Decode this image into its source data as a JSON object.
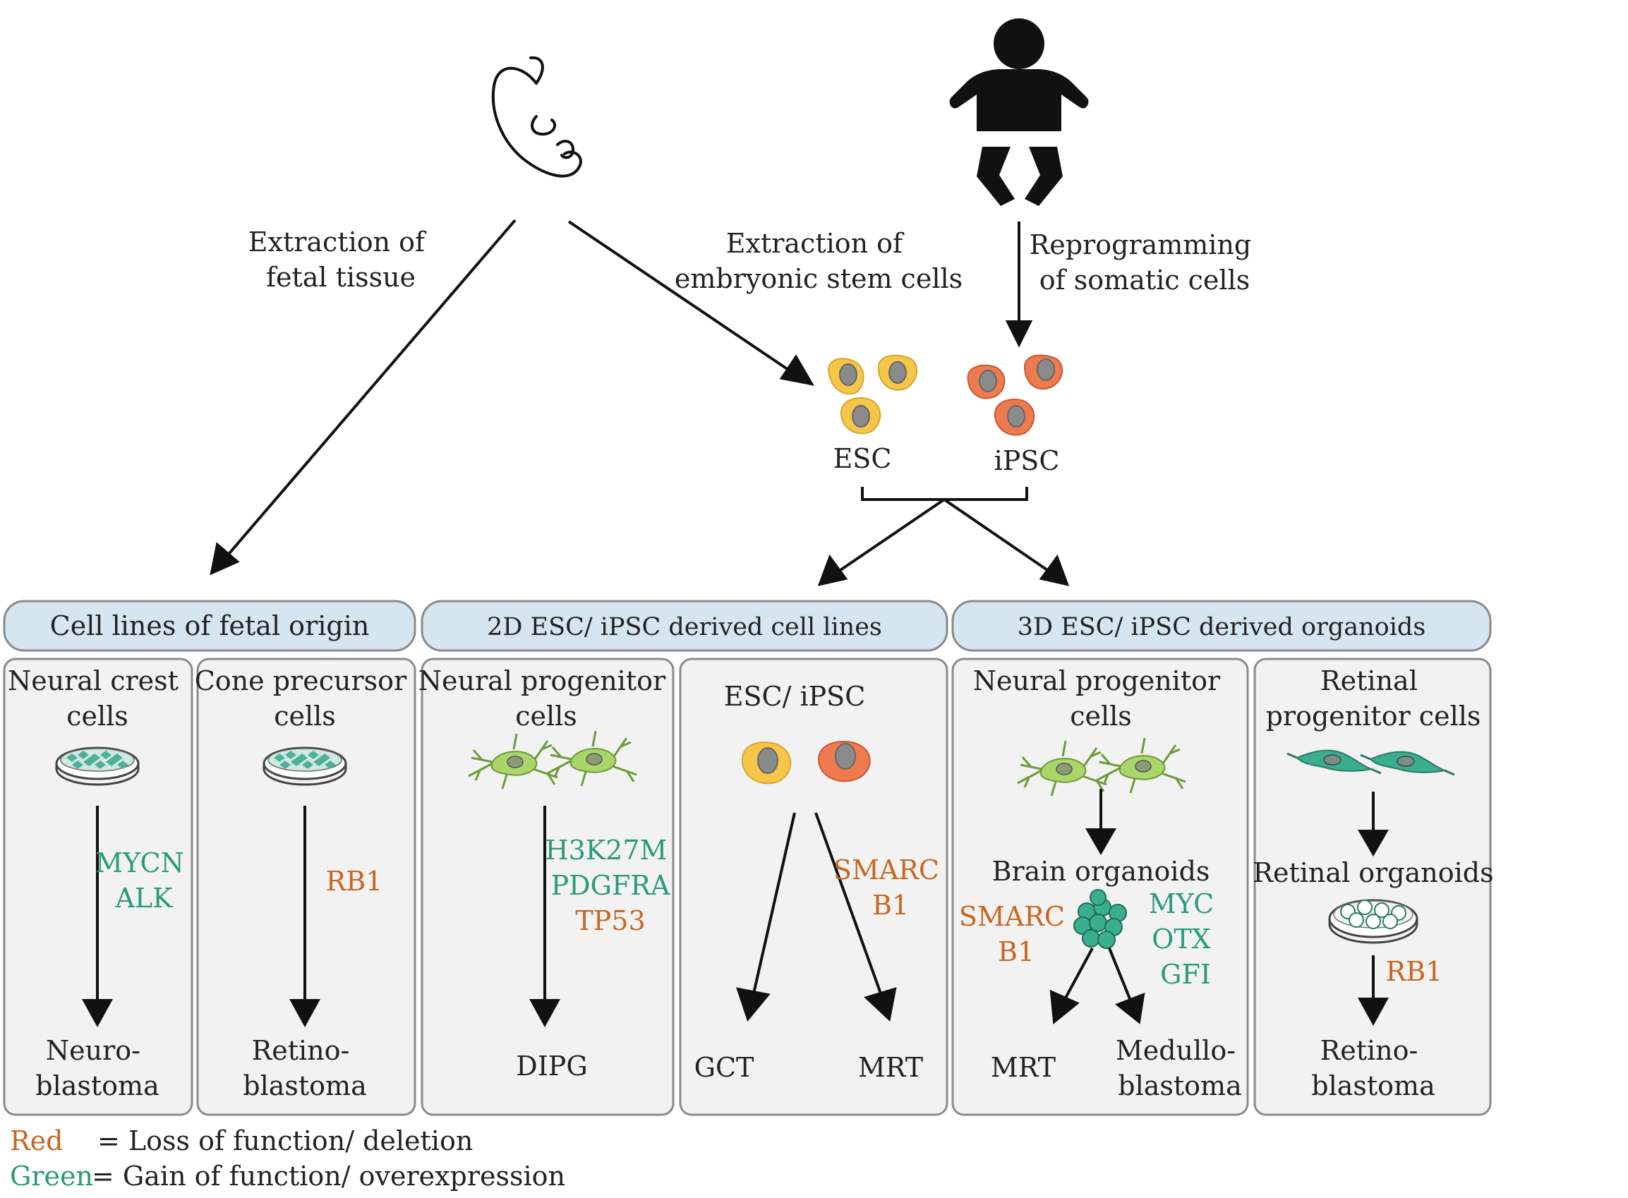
{
  "top": {
    "extraction_fetal": [
      "Extraction of",
      "fetal tissue"
    ],
    "extraction_esc": [
      "Extraction of",
      "embryonic stem cells"
    ],
    "reprogramming": [
      "Reprogramming",
      "of somatic cells"
    ],
    "esc_label": "ESC",
    "ipsc_label": "iPSC"
  },
  "headers": {
    "fetal": "Cell lines of fetal origin",
    "two_d": "2D ESC/ iPSC derived cell lines",
    "three_d": "3D ESC/ iPSC derived organoids"
  },
  "panels": {
    "neural_crest": {
      "title": [
        "Neural crest",
        "cells"
      ],
      "genes_green": [
        "MYCN",
        "ALK"
      ],
      "result": [
        "Neuro-",
        "blastoma"
      ]
    },
    "cone_precursor": {
      "title": [
        "Cone precursor",
        "cells"
      ],
      "genes_red": [
        "RB1"
      ],
      "result": [
        "Retino-",
        "blastoma"
      ]
    },
    "neural_progenitor_2d": {
      "title": [
        "Neural progenitor",
        "cells"
      ],
      "genes_green": [
        "H3K27M",
        "PDGFRA"
      ],
      "genes_red": [
        "TP53"
      ],
      "result": [
        "DIPG"
      ]
    },
    "esc_ipsc": {
      "title": "ESC/ iPSC",
      "genes_red": [
        "SMARC",
        "B1"
      ],
      "result_left": "GCT",
      "result_right": "MRT"
    },
    "neural_progenitor_3d": {
      "title": [
        "Neural progenitor",
        "cells"
      ],
      "mid": "Brain organoids",
      "genes_red": [
        "SMARC",
        "B1"
      ],
      "genes_green": [
        "MYC",
        "OTX",
        "GFI"
      ],
      "result_left": "MRT",
      "result_right": [
        "Medullo-",
        "blastoma"
      ]
    },
    "retinal_progenitor": {
      "title": [
        "Retinal",
        "progenitor cells"
      ],
      "mid": "Retinal organoids",
      "genes_red": [
        "RB1"
      ],
      "result": [
        "Retino-",
        "blastoma"
      ]
    }
  },
  "legend": {
    "red_word": "Red",
    "red_text": "= Loss of function/ deletion",
    "green_word": "Green",
    "green_text": "= Gain of function/ overexpression"
  },
  "colors": {
    "red_text": "#c8661f",
    "green_text": "#2a9a7a",
    "header_fill": "#d5e6f0",
    "panel_fill": "#f2f2f2",
    "panel_border": "#8a8a8a",
    "esc_fill": "#f5c64a",
    "ipsc_fill": "#ee7b4f",
    "neuron_fill": "#a9d56a",
    "retinal_cell_fill": "#3aae8e"
  },
  "icons": [
    "embryo-icon",
    "baby-icon",
    "culture-dish-icon",
    "neural-progenitor-cell-icon",
    "retinal-progenitor-cell-icon",
    "brain-organoid-icon",
    "retinal-organoid-dish-icon"
  ]
}
